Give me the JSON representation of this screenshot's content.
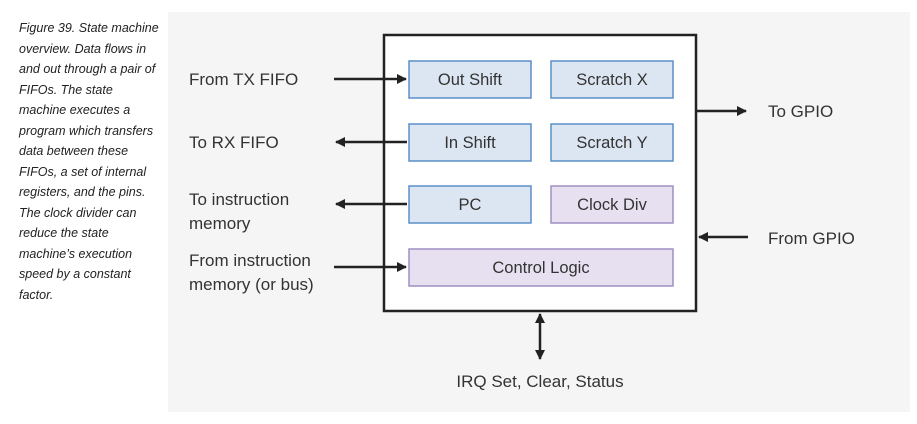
{
  "caption": "Figure 39. State machine overview. Data flows in and out through a pair of FIFOs. The state machine executes a program which transfers data between these FIFOs, a set of internal registers, and the pins. The clock divider can reduce the state machine’s execution speed by a constant factor.",
  "blocks": {
    "out_shift": "Out Shift",
    "scratch_x": "Scratch X",
    "in_shift": "In Shift",
    "scratch_y": "Scratch Y",
    "pc": "PC",
    "clock_div": "Clock Div",
    "control_logic": "Control Logic"
  },
  "labels": {
    "from_tx_fifo": "From TX FIFO",
    "to_rx_fifo": "To RX FIFO",
    "to_instruction_memory_line1": "To instruction",
    "to_instruction_memory_line2": "memory",
    "from_instruction_memory_line1": "From instruction",
    "from_instruction_memory_line2": "memory (or bus)",
    "to_gpio": "To GPIO",
    "from_gpio": "From GPIO",
    "irq": "IRQ Set, Clear, Status"
  },
  "colors": {
    "blue_fill": "#dce6f2",
    "blue_stroke": "#5b8fc7",
    "purple_fill": "#e6e0f0",
    "purple_stroke": "#9f8fc4",
    "line": "#222222",
    "panel": "#f5f5f5"
  }
}
